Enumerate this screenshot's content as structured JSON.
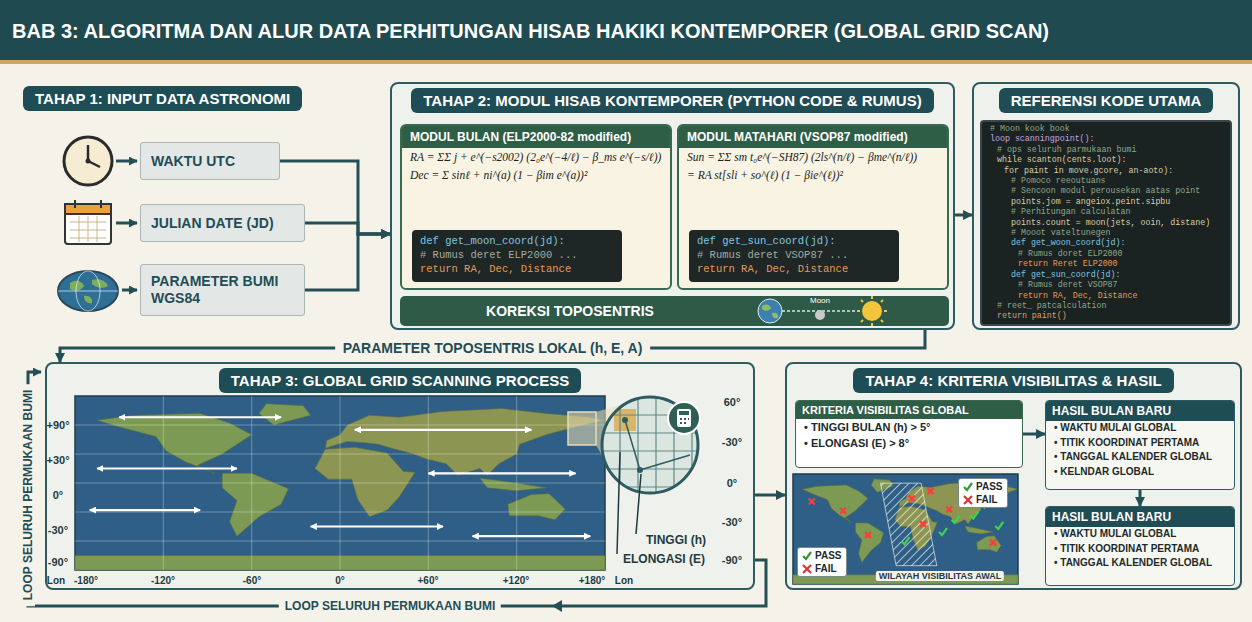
{
  "diagram": {
    "title": "BAB 3: ALGORITMA DAN ALUR DATA PERHITUNGAN HISAB HAKIKI KONTEMPORER (GLOBAL GRID SCAN)",
    "nodes": [
      {
        "text": [
          "TAHAP 1: INPUT DATA ASTRONOMI"
        ]
      },
      {
        "text": [
          "WAKTU UTC"
        ],
        "in": 0
      },
      {
        "text": [
          "JULIAN DATE (JD)"
        ],
        "in": 0
      },
      {
        "text": [
          "PARAMETER BUMI WGS84"
        ],
        "in": 0
      },
      {
        "text": [
          "TAHAP 2: MODUL HISAB KONTEMPORER (PYTHON CODE & RUMUS)"
        ]
      },
      {
        "text": [
          "MODUL BULAN (ELP2000-82 modified)",
          "RA = ΣΣ j + e^(−s2002) (2₀e^(−4/ℓ) − β_ms e^(−s/ℓ))",
          "Dec = Σ sinℓ + ni^(a) (1 − βim e^(a))²"
        ],
        "in": 4
      },
      {
        "text": [
          "def get_moon_coord(jd):",
          "# Rumus deret ELP2000 ...",
          "return RA, Dec, Distance"
        ],
        "in": 5
      },
      {
        "text": [
          "MODUL MATAHARI (VSOP87 modified)",
          "Sun = ΣΣ sm t₀e^(−SH87) (2ls^(n/ℓ) − βme^(n/ℓ))",
          "= RA st[sli + so^(ℓ) (1 − βie^(ℓ))²"
        ],
        "in": 4
      },
      {
        "text": [
          "def get_sun_coord(jd):",
          "# Rumus deret VSOP87 ...",
          "return RA, Dec, Distance"
        ],
        "in": 7
      },
      {
        "text": [
          "KOREKSI TOPOSENTRIS"
        ],
        "in": 4
      },
      {
        "text": [
          "REFERENSI KODE UTAMA"
        ]
      },
      {
        "text": [
          "# Moon kook book",
          "loop scanningpoint():",
          "# ops seluruh parmukaan bumi",
          "while scanton(cents.loot):",
          "for paint in move.gcore, an-aoto):",
          "# Pomoco reeoutuans",
          "# Sencoon modul perousekan aatas point",
          "points.jom = angeiox.peint.sipbu",
          "# Perhitungan calculatan",
          "points.count = moon(jets, ooin, distane)",
          "# Mooot vateltunegen",
          "def get_woon_coord(jd):",
          "# Rumus doret ELP2000",
          "return Reret ELP2000",
          "def get_sun_coord(jd):",
          "# Rumus deret VSOP87",
          "return RA, Dec, Distance",
          "# reet_ patcalculation",
          "return paint()"
        ],
        "in": 10
      },
      {
        "text": [
          "TAHAP 3: GLOBAL GRID SCANNING PROCESS"
        ]
      },
      {
        "text": [
          "TAHAP 4: KRITERIA VISIBILITAS & HASIL"
        ]
      },
      {
        "text": [
          "KRITERIA VISIBILITAS GLOBAL",
          "• TINGGI BULAN (h) > 5°",
          "• ELONGASI (E) > 8°"
        ],
        "in": 13
      },
      {
        "text": [
          "HASIL BULAN BARU",
          "• WAKTU MULAI GLOBAL",
          "• TITIK KOORDINAT PERTAMA",
          "• TANGGAL KALENDER GLOBAL",
          "• KELNDAR GLOBAL"
        ],
        "in": 13
      },
      {
        "text": [
          "HASIL BULAN BARU",
          "• WAKTU MULAI GLOBAL",
          "• TITIK KOORDINAT PERTAMA",
          "• TANGGAL KALENDER GLOBAL"
        ],
        "in": 13
      }
    ],
    "edges": [
      {
        "from": 1,
        "to": 4,
        "arrow": "to"
      },
      {
        "from": 2,
        "to": 4,
        "arrow": "to"
      },
      {
        "from": 3,
        "to": 4,
        "arrow": "to"
      },
      {
        "from": 4,
        "to": 10,
        "arrow": "to"
      },
      {
        "from": 4,
        "to": 12,
        "label": "PARAMETER TOPOSENTRIS LOKAL (h, E, A)",
        "arrow": "to"
      },
      {
        "from": 12,
        "to": 13,
        "arrow": "to"
      },
      {
        "from": 14,
        "to": 15,
        "arrow": "to"
      },
      {
        "from": 15,
        "to": 16,
        "arrow": "to"
      }
    ],
    "labels": [
      "Moon",
      "+90°",
      "+30°",
      "0°",
      "-30°",
      "-90°",
      "60°",
      "-30°",
      "0°",
      "-30°",
      "-90°",
      "Lon",
      "-180°",
      "-120°",
      "-60°",
      "0°",
      "+60°",
      "+120°",
      "+180°",
      "Lon",
      "TINGGI (h)",
      "ELONGASI (E)",
      "LOOP SELURUH PERMUKAAN BUMI",
      "LOOP SELURUH PERMUKAAN BUMI",
      "WILAYAH VISIBILITAS AWAL"
    ],
    "legend": [
      {
        "text": "PASS"
      },
      {
        "text": "FAIL"
      },
      {
        "text": "PASS"
      },
      {
        "text": "FAIL"
      }
    ]
  }
}
